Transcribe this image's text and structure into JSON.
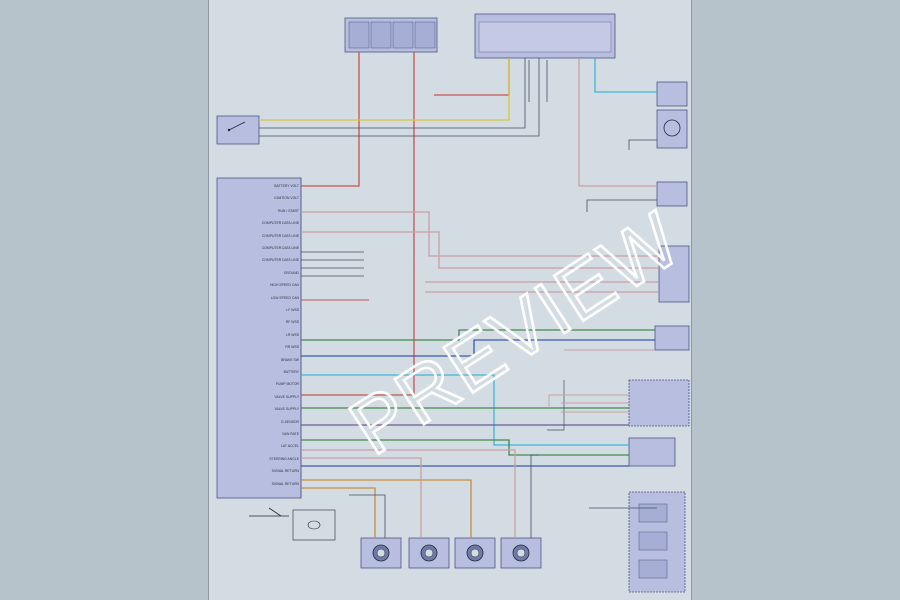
{
  "watermark": "PREVIEW",
  "modules": {
    "main_label": "",
    "left_pin_labels": [
      "BATTERY VOLT",
      "IGNITION VOLT",
      "RUN / START",
      "COMPUTER DATA LINE",
      "COMPUTER DATA LINE",
      "COMPUTER DATA LINE",
      "COMPUTER DATA LINE",
      "GROUND",
      "HIGH SPEED CAN",
      "LOW SPEED CAN",
      "LF WSS",
      "RF WSS",
      "LR WSS",
      "RR WSS",
      "BRAKE SW",
      "BATTERY",
      "PUMP MOTOR",
      "VALVE SUPPLY",
      "VALVE SUPPLY",
      "G-SENSOR",
      "YAW RATE",
      "LAT ACCEL",
      "STEERING ANGLE",
      "SIGNAL RETURN",
      "SIGNAL RETURN"
    ],
    "bottom_left_caption": "",
    "switch_caption": "",
    "sensor_captions": [
      "",
      "",
      "",
      ""
    ],
    "page_ref": ""
  },
  "colors": {
    "red": "#c8524f",
    "pink": "#c89ea3",
    "green": "#3f8a4b",
    "blue": "#3d57b0",
    "cyan": "#3cb6d6",
    "yellow": "#d8c63a",
    "orange": "#c98b3f",
    "purple": "#6e5a97",
    "module": "#b7bedf",
    "module_stroke": "#4b5580"
  }
}
